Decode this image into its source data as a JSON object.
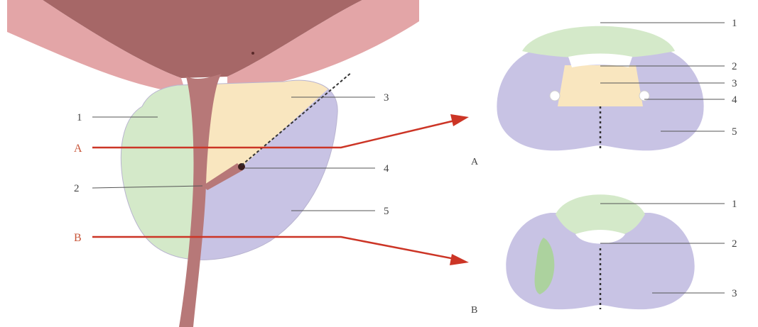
{
  "colors": {
    "central_zone": "#f9e6bf",
    "transition_zone": "#d4e9c9",
    "peripheral_zone": "#c8c3e4",
    "bladder_wall": "#e3a5a7",
    "urethra": "#b77878",
    "section_line": "#cc3526"
  },
  "sagittal": {
    "labels": {
      "l1": "1",
      "l2": "2",
      "l3": "3",
      "l4": "4",
      "l5": "5"
    },
    "sections": {
      "a": "A",
      "b": "B"
    }
  },
  "section_a": {
    "title": "A",
    "labels": {
      "l1": "1",
      "l2": "2",
      "l3": "3",
      "l4": "4",
      "l5": "5"
    }
  },
  "section_b": {
    "title": "B",
    "labels": {
      "l1": "1",
      "l2": "2",
      "l3": "3"
    }
  },
  "icons": [
    "arrow-icon"
  ]
}
